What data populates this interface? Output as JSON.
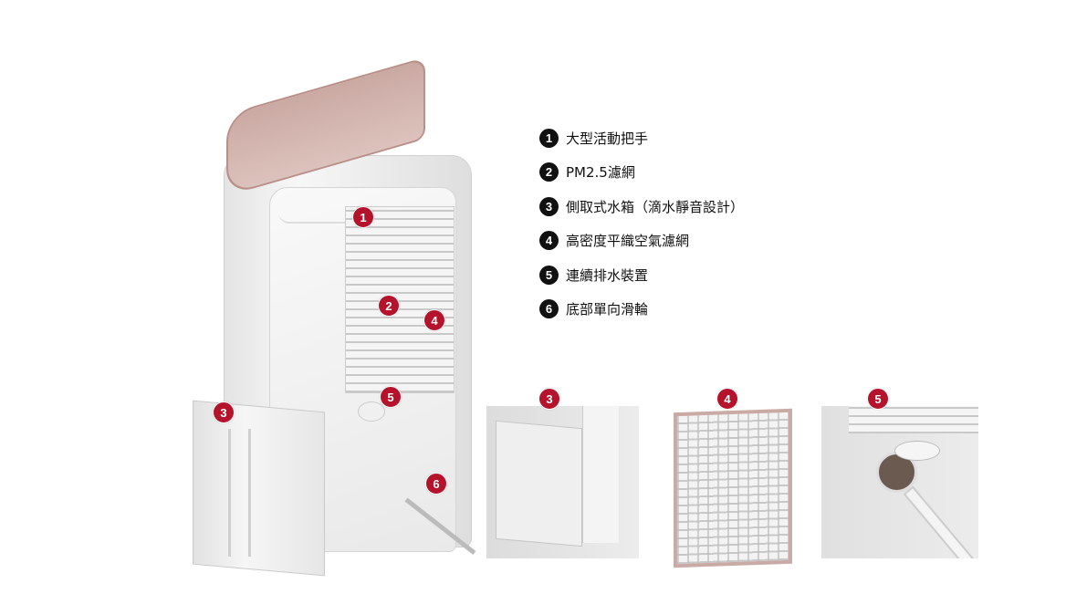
{
  "legend": [
    {
      "num": "1",
      "label": "大型活動把手"
    },
    {
      "num": "2",
      "label": "PM2.5濾網"
    },
    {
      "num": "3",
      "label": "側取式水箱（滴水靜音設計）"
    },
    {
      "num": "4",
      "label": "高密度平織空氣濾網"
    },
    {
      "num": "5",
      "label": "連續排水裝置"
    },
    {
      "num": "6",
      "label": "底部單向滑輪"
    }
  ],
  "callouts": {
    "handle": "1",
    "pm25": "2",
    "tank": "3",
    "air_filter": "4",
    "drain": "5",
    "wheel": "6"
  },
  "insets": [
    {
      "badge": "3"
    },
    {
      "badge": "4"
    },
    {
      "badge": "5"
    }
  ],
  "colors": {
    "badge": "#b5122b",
    "legend_num": "#111111",
    "panel": "#c9a9a2"
  }
}
